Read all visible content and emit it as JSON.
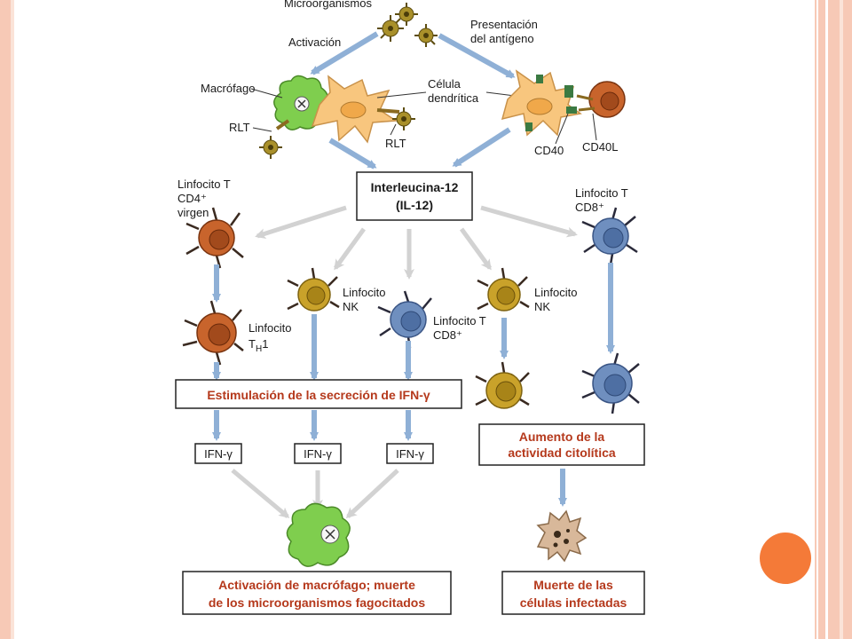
{
  "labels": {
    "microorganismos": "Microorganismos",
    "activacion": "Activación",
    "presentacion_1": "Presentación",
    "presentacion_2": "del antígeno",
    "macrofago": "Macrófago",
    "celula_1": "Célula",
    "celula_2": "dendrítica",
    "rlt_left": "RLT",
    "rlt_center": "RLT",
    "cd40": "CD40",
    "cd40l": "CD40L",
    "il12_1": "Interleucina-12",
    "il12_2": "(IL-12)",
    "linf_cd4_1": "Linfocito T",
    "linf_cd4_2": "CD4⁺",
    "linf_cd4_3": "virgen",
    "linf_cd8_top_1": "Linfocito T",
    "linf_cd8_top_2": "CD8⁺",
    "linf_nk1_1": "Linfocito",
    "linf_nk1_2": "NK",
    "linf_cd8_mid_1": "Linfocito T",
    "linf_cd8_mid_2": "CD8⁺",
    "linf_nk2_1": "Linfocito",
    "linf_nk2_2": "NK",
    "linf_th1_1": "Linfocito",
    "linf_th1_2": "T",
    "linf_th1_sub": "H",
    "linf_th1_3": "1",
    "estimulacion": "Estimulación de la secreción de IFN-γ",
    "ifn_1": "IFN-γ",
    "ifn_2": "IFN-γ",
    "ifn_3": "IFN-γ",
    "aumento_1": "Aumento de la",
    "aumento_2": "actividad citolítica",
    "activacion_macro_1": "Activación de macrófago; muerte",
    "activacion_macro_2": "de los microorganismos fagocitados",
    "muerte_1": "Muerte de las",
    "muerte_2": "células infectadas"
  },
  "colors": {
    "frame": "#f7c9b6",
    "accent_dot": "#f47a38",
    "blue_arrow": "#8fb0d6",
    "grey_arrow": "#cfcfcf",
    "macrophage": "#7fce4e",
    "dendritic": "#f8c67e",
    "cd4_cell": "#c8642c",
    "nk_cell": "#c9a22a",
    "cd8_cell": "#6f8fbf",
    "red_text": "#b5391c"
  }
}
